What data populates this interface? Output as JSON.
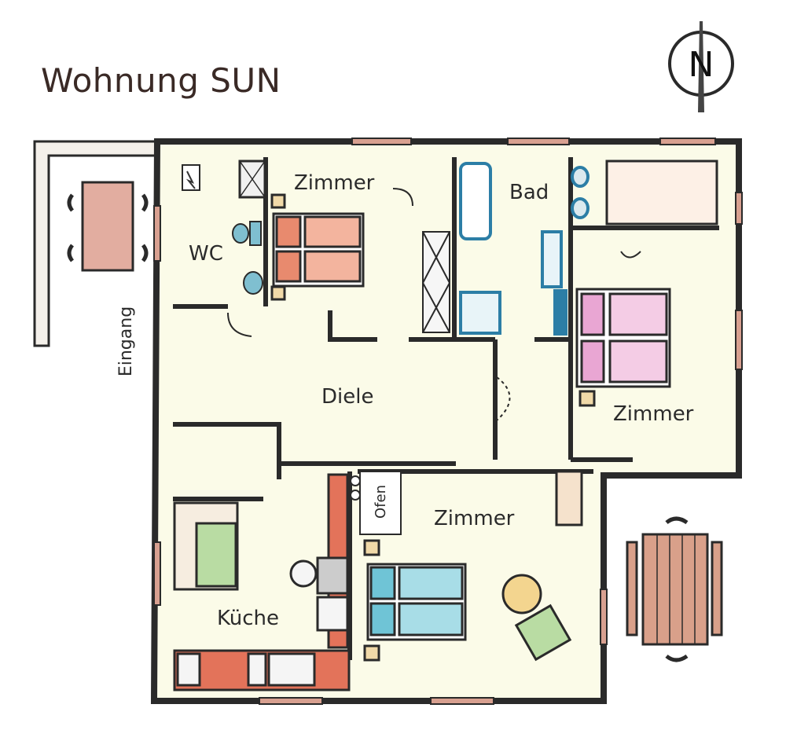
{
  "title": "Wohnung SUN",
  "compass": {
    "letter": "N"
  },
  "rooms": {
    "zimmer_top": "Zimmer",
    "bad": "Bad",
    "wc": "WC",
    "diele": "Diele",
    "zimmer_right": "Zimmer",
    "zimmer_bottom": "Zimmer",
    "kueche": "Küche",
    "ofen": "Ofen"
  },
  "entrance": "Eingang",
  "colors": {
    "wall": "#2a2a2a",
    "floor": "#fbfbe8",
    "bed_red": "#e88a6e",
    "bed_pink": "#e9a6d3",
    "bed_blue": "#6fc4d6",
    "bath_blue": "#2c7ea6",
    "wood": "#d9a08a",
    "green": "#b9dca3",
    "kitchen_red": "#e3735a"
  }
}
